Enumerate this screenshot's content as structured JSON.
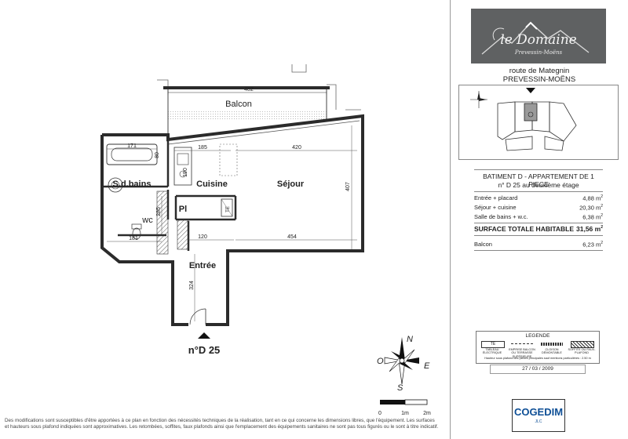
{
  "plan": {
    "unit_number": "n°D 25",
    "rooms": {
      "balcon": "Balcon",
      "sdbains": "S.d.bains",
      "cuisine": "Cuisine",
      "sejour": "Séjour",
      "pl": "Pl",
      "te": "TE",
      "wc": "wc",
      "entree": "Entrée"
    },
    "dimensions": {
      "balcony_width": "482",
      "d171": "171",
      "d185": "185",
      "d420": "420",
      "d80": "80",
      "d190": "190",
      "d407": "407",
      "d285": "285",
      "d181": "181",
      "d120": "120",
      "d454": "454",
      "d324": "324"
    },
    "compass": {
      "n": "N",
      "o": "O",
      "e": "E",
      "s": "S"
    },
    "scale": {
      "s0": "0",
      "s1": "1m",
      "s2": "2m"
    },
    "disclaimer_line1": "Des modifications sont susceptibles d'être apportées à ce plan en fonction des nécessités techniques de la réalisation, tant en ce qui concerne les dimensions libres, que l'équipement. Les surfaces",
    "disclaimer_line2": "et hauteurs sous plafond indiquées sont approximatives. Les retombées, soffites, faux plafonds ainsi que l'emplacement des équipements sanitaires ne sont pas tous figurés ou le sont à titre indicatif."
  },
  "sidebar": {
    "logo_title": "le Domaine",
    "logo_subtitle": "Prevessin-Moëns",
    "address_line1": "route de Mategnin",
    "address_line2": "PREVESSIN-MOËNS",
    "building": "BATIMENT D - APPARTEMENT DE 1 PIECE",
    "unit_line": "n° D 25 au deuxième étage",
    "surfaces": [
      {
        "label": "Entrée + placard",
        "value": "4,88 m",
        "unit": "2"
      },
      {
        "label": "Séjour + cuisine",
        "value": "20,30 m",
        "unit": "2"
      },
      {
        "label": "Salle de bains + w.c.",
        "value": "6,38 m",
        "unit": "2"
      }
    ],
    "total": {
      "label": "SURFACE TOTALE HABITABLE",
      "value": "31,56 m",
      "unit": "2"
    },
    "balcon": {
      "label": "Balcon",
      "value": "6,23 m",
      "unit": "2"
    },
    "legend": {
      "title": "LEGENDE",
      "items": [
        {
          "sym": "TE",
          "label": "TABLEAU ÉLECTRIQUE"
        },
        {
          "sym": "",
          "label": "EMPRISE BALCON OU TERRASSE SUPÉRIEURE"
        },
        {
          "sym": "",
          "label": "CLOISON DÉMONTABLE"
        },
        {
          "sym": "",
          "label": "SOFFITE OU FAUX-PLAFOND"
        }
      ],
      "note": "Hauteur sous plafond des pièces principales sauf mentions particulières : 2.50 m"
    },
    "date": "27 / 03 / 2009",
    "brand": "COGEDIM",
    "brand_sub": "JLC"
  },
  "colors": {
    "logo_bg": "#5f6162",
    "brand_blue": "#0e4f96",
    "wall": "#2b2b2b"
  }
}
